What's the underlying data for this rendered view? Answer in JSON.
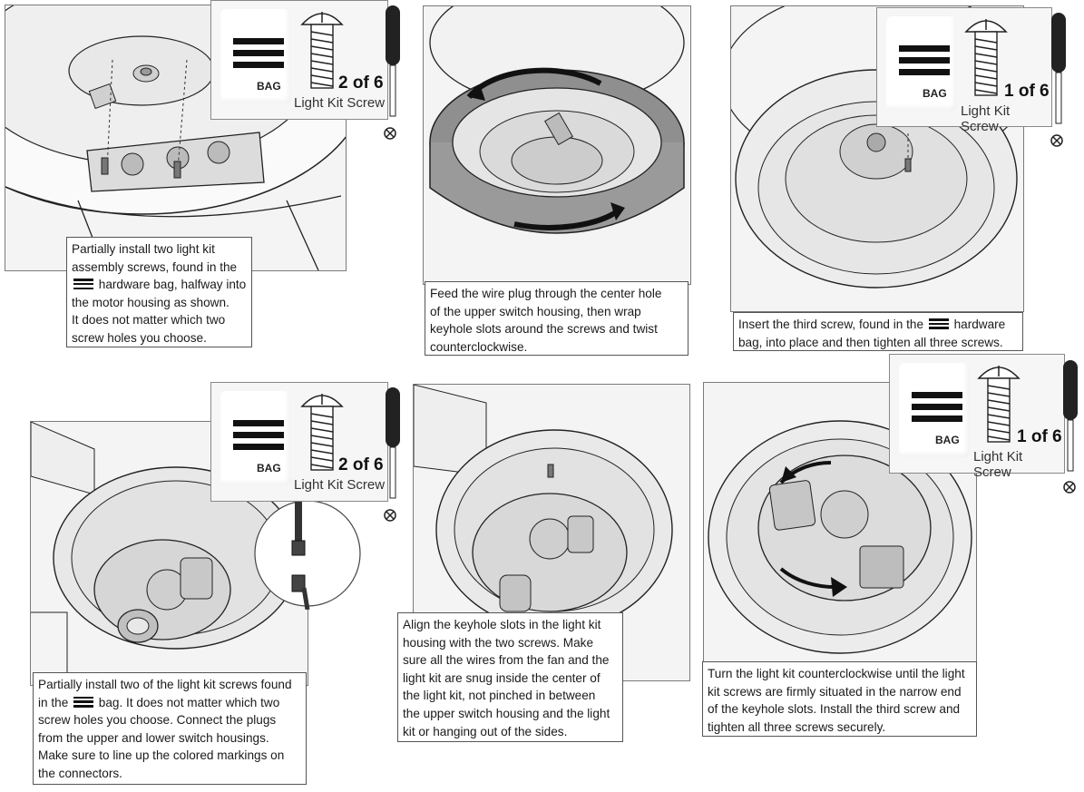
{
  "steps": [
    {
      "caption": [
        {
          "text": "Partially install two light kit"
        },
        {
          "text": "assembly screws, found in the"
        },
        {
          "before": "",
          "after": " hardware bag, halfway into",
          "icon": true
        },
        {
          "text": "the motor housing as shown."
        },
        {
          "text": "It does not matter which two"
        },
        {
          "text": "screw holes you choose."
        }
      ],
      "hardware": {
        "bag_label": "BAG",
        "count": "2 of 6",
        "screw_label": "Light Kit Screw"
      }
    },
    {
      "caption": [
        {
          "text": "Feed the wire plug through the center hole"
        },
        {
          "text": "of the upper switch housing, then wrap"
        },
        {
          "text": "keyhole slots around the screws and twist"
        },
        {
          "text": "counterclockwise."
        }
      ]
    },
    {
      "caption": [
        {
          "before": "Insert the third screw, found in the ",
          "after": " hardware",
          "icon": true
        },
        {
          "text": "bag, into place and then tighten all three screws."
        }
      ],
      "hardware": {
        "bag_label": "BAG",
        "count": "1 of 6",
        "screw_label": "Light Kit Screw"
      }
    },
    {
      "caption": [
        {
          "text": "Partially install two of the light kit screws found"
        },
        {
          "before": "in the ",
          "after": " bag. It does not matter which two",
          "icon": true
        },
        {
          "text": "screw holes you choose. Connect the plugs"
        },
        {
          "text": "from the upper and lower switch housings."
        },
        {
          "text": "Make sure to line up the colored markings on"
        },
        {
          "text": "the connectors."
        }
      ],
      "hardware": {
        "bag_label": "BAG",
        "count": "2 of 6",
        "screw_label": "Light Kit Screw"
      }
    },
    {
      "caption": [
        {
          "text": "Align the keyhole slots in the light kit"
        },
        {
          "text": "housing with the two screws. Make"
        },
        {
          "text": "sure all the wires from the fan and the"
        },
        {
          "text": "light kit are snug inside the center of"
        },
        {
          "text": "the light kit, not pinched in between"
        },
        {
          "text": "the upper switch housing and the light"
        },
        {
          "text": "kit or hanging out of the sides."
        }
      ]
    },
    {
      "caption": [
        {
          "text": "Turn the light kit counterclockwise until the light"
        },
        {
          "text": "kit screws are firmly situated in the narrow end"
        },
        {
          "text": "of the keyhole slots. Install the third screw and"
        },
        {
          "text": "tighten all three screws securely."
        }
      ],
      "hardware": {
        "bag_label": "BAG",
        "count": "1 of 6",
        "screw_label": "Light Kit Screw"
      }
    }
  ]
}
